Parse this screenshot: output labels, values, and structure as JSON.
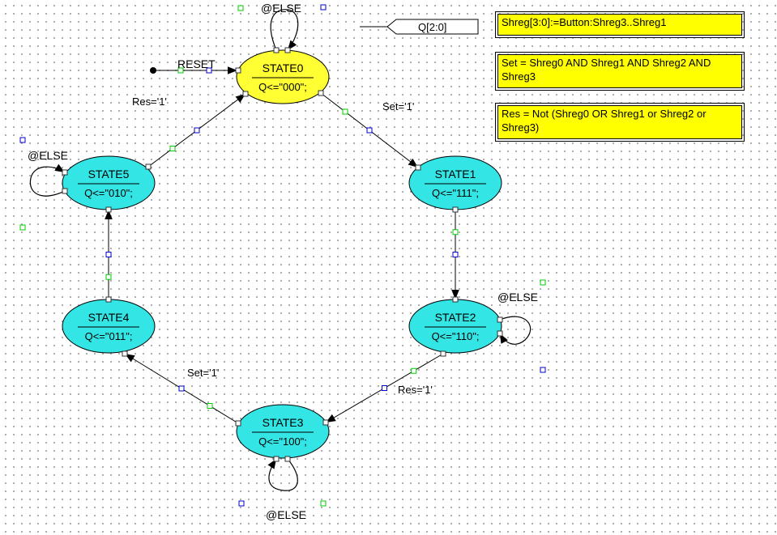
{
  "diagram": {
    "states": [
      {
        "id": "STATE0",
        "name": "STATE0",
        "action": "Q<=\"000\";",
        "color": "#ffff33",
        "initial": true
      },
      {
        "id": "STATE1",
        "name": "STATE1",
        "action": "Q<=\"111\";",
        "color": "#33e5e5"
      },
      {
        "id": "STATE2",
        "name": "STATE2",
        "action": "Q<=\"110\";",
        "color": "#33e5e5"
      },
      {
        "id": "STATE3",
        "name": "STATE3",
        "action": "Q<=\"100\";",
        "color": "#33e5e5"
      },
      {
        "id": "STATE4",
        "name": "STATE4",
        "action": "Q<=\"011\";",
        "color": "#33e5e5"
      },
      {
        "id": "STATE5",
        "name": "STATE5",
        "action": "Q<=\"010\";",
        "color": "#33e5e5"
      }
    ],
    "transitions": [
      {
        "from": "STATE0",
        "to": "STATE1",
        "condition": "Set='1'"
      },
      {
        "from": "STATE1",
        "to": "STATE2",
        "condition": ""
      },
      {
        "from": "STATE2",
        "to": "STATE3",
        "condition": "Res='1'"
      },
      {
        "from": "STATE3",
        "to": "STATE4",
        "condition": "Set='1'"
      },
      {
        "from": "STATE4",
        "to": "STATE5",
        "condition": ""
      },
      {
        "from": "STATE5",
        "to": "STATE0",
        "condition": "Res='1'"
      }
    ],
    "self_loops": [
      {
        "state": "STATE0",
        "label": "@ELSE"
      },
      {
        "state": "STATE2",
        "label": "@ELSE"
      },
      {
        "state": "STATE3",
        "label": "@ELSE"
      },
      {
        "state": "STATE5",
        "label": "@ELSE"
      }
    ],
    "reset_label": "RESET",
    "output_port": "Q[2:0]"
  },
  "notes": [
    {
      "text": "Shreg[3:0]:=Button:Shreg3..Shreg1"
    },
    {
      "text": "Set = Shreg0 AND Shreg1 AND Shreg2 AND Shreg3"
    },
    {
      "text": "Res = Not (Shreg0 OR Shreg1 or Shreg2 or Shreg3)"
    }
  ],
  "colors": {
    "initial_state": "#ffff33",
    "state": "#33e5e5",
    "note": "#ffff00",
    "handle_green": "#00cc00",
    "handle_blue": "#0000cc"
  }
}
